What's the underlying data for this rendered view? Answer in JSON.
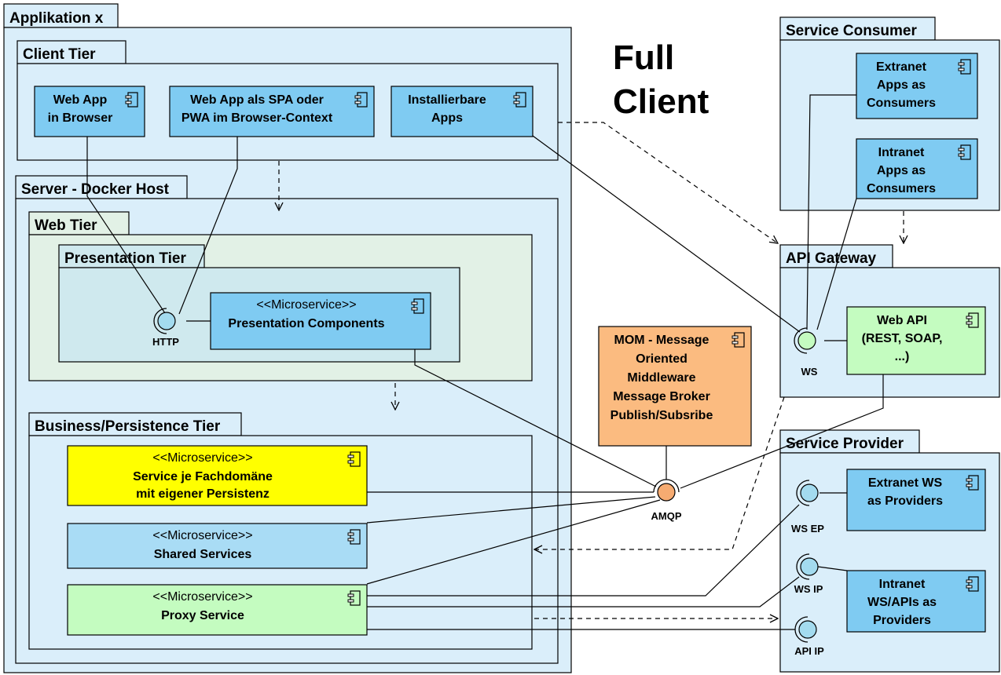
{
  "headline": {
    "line1": "Full",
    "line2": "Client"
  },
  "packages": {
    "app": "Applikation x",
    "client_tier": "Client Tier",
    "server": "Server - Docker Host",
    "web_tier": "Web Tier",
    "presentation_tier": "Presentation Tier",
    "business_tier": "Business/Persistence Tier",
    "service_consumer": "Service Consumer",
    "api_gateway": "API Gateway",
    "service_provider": "Service Provider"
  },
  "components": {
    "web_app_browser": [
      "Web App",
      "in Browser"
    ],
    "spa_pwa": [
      "Web App als SPA oder",
      "PWA im Browser-Context"
    ],
    "installable_apps": [
      "Installierbare",
      "Apps"
    ],
    "presentation": {
      "stereotype": "<<Microservice>>",
      "lines": [
        "Presentation Components"
      ]
    },
    "domain_service": {
      "stereotype": "<<Microservice>>",
      "lines": [
        "Service je Fachdomäne",
        "mit eigener Persistenz"
      ]
    },
    "shared_services": {
      "stereotype": "<<Microservice>>",
      "lines": [
        "Shared Services"
      ]
    },
    "proxy_service": {
      "stereotype": "<<Microservice>>",
      "lines": [
        "Proxy Service"
      ]
    },
    "mom": [
      "MOM - Message",
      "Oriented",
      "Middleware",
      "Message Broker",
      "Publish/Subsribe"
    ],
    "extranet_consumers": [
      "Extranet",
      "Apps as",
      "Consumers"
    ],
    "intranet_consumers": [
      "Intranet",
      "Apps as",
      "Consumers"
    ],
    "web_api": [
      "Web API",
      "(REST, SOAP,",
      "...)"
    ],
    "extranet_providers": [
      "Extranet WS",
      "as Providers"
    ],
    "intranet_providers": [
      "Intranet",
      "WS/APIs as",
      "Providers"
    ]
  },
  "ports": {
    "http": "HTTP",
    "amqp": "AMQP",
    "ws": "WS",
    "ws_ep": "WS EP",
    "ws_ip": "WS IP",
    "api_ip": "API IP"
  },
  "colors": {
    "package_fill": "#daeefa",
    "client_fill": "#daeefa",
    "web_tier_fill": "#e2f1e6",
    "presentation_fill": "#cfe9ee",
    "component_blue": "#7fcbf2",
    "component_light_blue": "#a9dcf5",
    "component_yellow": "#ffff00",
    "component_green": "#c4fcc0",
    "component_orange": "#fbbb80",
    "port_blue": "#a3dbef",
    "port_orange": "#f6ab71",
    "port_green": "#c4fcc0"
  }
}
